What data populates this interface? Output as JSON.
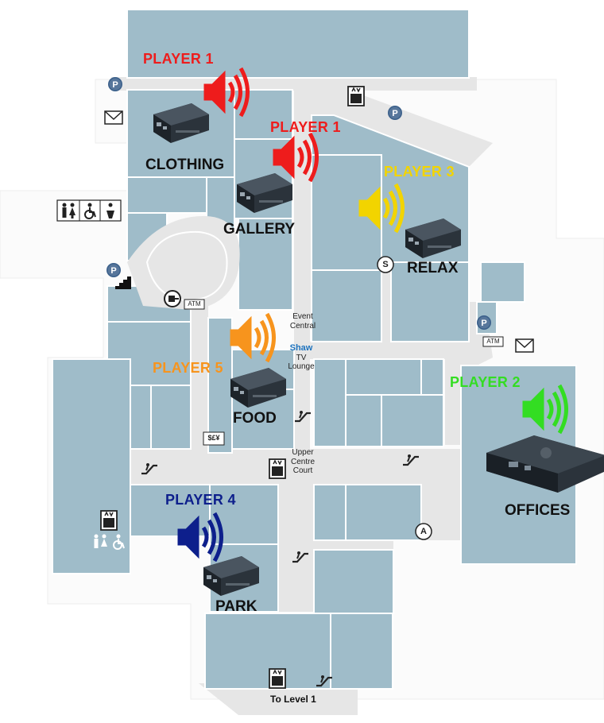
{
  "map": {
    "players": [
      {
        "label": "PLAYER 1",
        "color": "#ee1c1c"
      },
      {
        "label": "PLAYER 1",
        "color": "#ee1c1c"
      },
      {
        "label": "PLAYER 3",
        "color": "#f2d400"
      },
      {
        "label": "PLAYER 5",
        "color": "#f7941d"
      },
      {
        "label": "PLAYER 2",
        "color": "#33dd22"
      },
      {
        "label": "PLAYER 4",
        "color": "#0d1f8c"
      }
    ],
    "zones": {
      "clothing": "CLOTHING",
      "gallery": "GALLERY",
      "relax": "RELAX",
      "food": "FOOD",
      "offices": "OFFICES",
      "park": "PARK"
    },
    "places": {
      "event_central_line1": "Event",
      "event_central_line2": "Central",
      "tv_lounge_brand": "Shaw",
      "tv_lounge_line1": "TV",
      "tv_lounge_line2": "Lounge",
      "upper_centre_line1": "Upper",
      "upper_centre_line2": "Centre",
      "upper_centre_line3": "Court",
      "to_level_1": "To Level 1"
    },
    "amenities": {
      "parking": "P",
      "atm": "ATM",
      "currency": "$£¥",
      "s_marker": "S",
      "a_marker": "A"
    },
    "icons": [
      "speaker-icon",
      "media-player-icon",
      "parking-icon",
      "mail-icon",
      "elevator-icon",
      "escalator-icon",
      "restroom-icon",
      "accessible-icon",
      "charging-icon",
      "stairs-icon",
      "atm-icon"
    ],
    "colors": {
      "store": "#9fbcc9",
      "corridor": "#e6e6e6",
      "device": "#2b333b"
    }
  }
}
